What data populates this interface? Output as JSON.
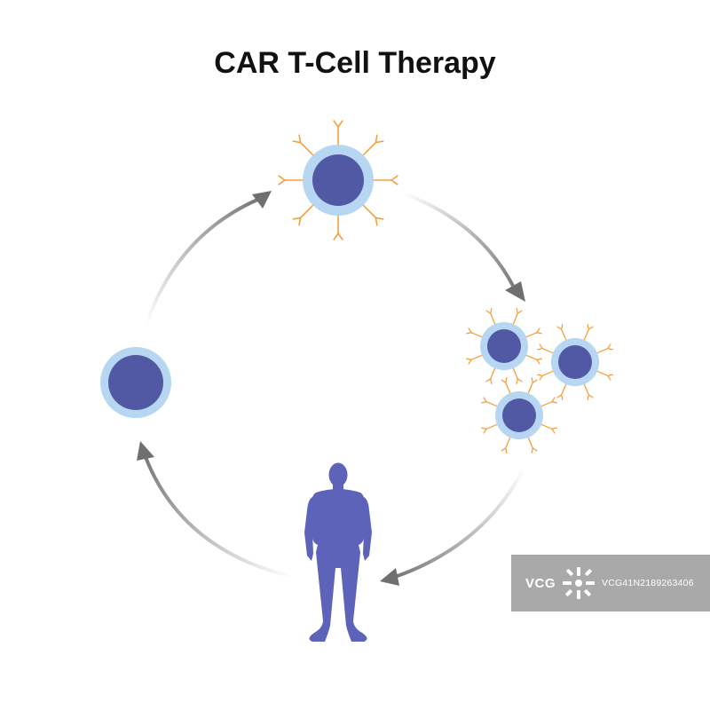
{
  "title": "CAR T-Cell Therapy",
  "colors": {
    "cell_nucleus": "#5159a5",
    "cell_membrane": "#b6d6f1",
    "car_receptor": "#f2a03d",
    "arrow": "#6f6f6f",
    "human_silhouette": "#5d63b8"
  },
  "steps": [
    {
      "id": "patient-t-cell",
      "depiction": "t-cell"
    },
    {
      "id": "engineered-car-t-cell",
      "depiction": "car-t-cell"
    },
    {
      "id": "expanded-car-t-cells",
      "depiction": "car-t-cell",
      "count": 3
    },
    {
      "id": "infusion-into-patient",
      "depiction": "human-silhouette"
    }
  ],
  "watermark": {
    "brand": "VCG",
    "id": "VCG41N2189263406"
  }
}
